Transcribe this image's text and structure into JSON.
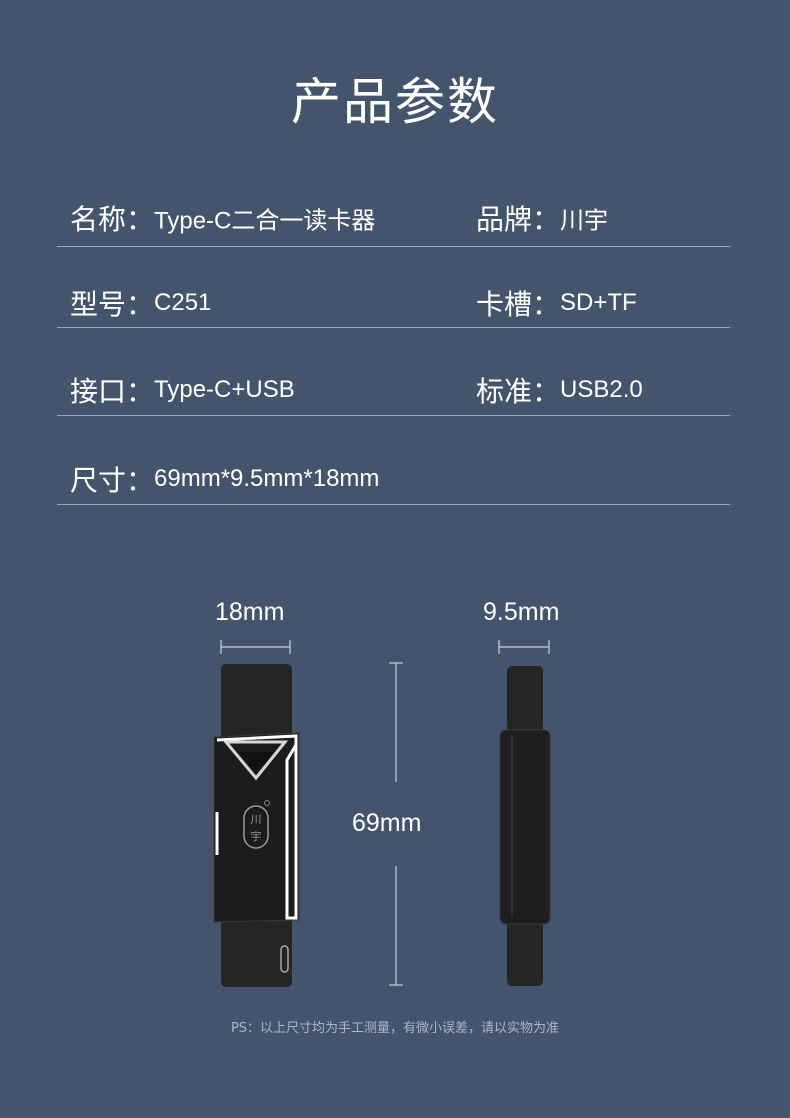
{
  "title": "产品参数",
  "specs": [
    [
      {
        "label": "名称：",
        "value": "Type-C二合一读卡器"
      },
      {
        "label": "品牌：",
        "value": "川宇"
      }
    ],
    [
      {
        "label": "型号：",
        "value": "C251"
      },
      {
        "label": "卡槽：",
        "value": "SD+TF"
      }
    ],
    [
      {
        "label": "接口：",
        "value": "Type-C+USB"
      },
      {
        "label": "标准：",
        "value": "USB2.0"
      }
    ],
    [
      {
        "label": "尺寸：",
        "value": "69mm*9.5mm*18mm"
      }
    ]
  ],
  "dimensions": {
    "width": "18mm",
    "thickness": "9.5mm",
    "length": "69mm"
  },
  "logo_text": "川宇",
  "footnote": "PS：以上尺寸均为手工测量，有微小误差，请以实物为准",
  "colors": {
    "background": "#45546d",
    "divider": "#9aa7bb",
    "device_body": "#1f1f21",
    "device_trim": "#ffffff"
  }
}
